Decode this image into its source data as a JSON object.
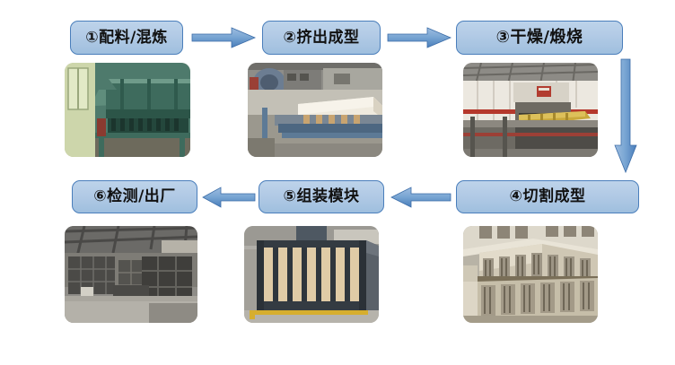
{
  "diagram": {
    "title": "",
    "background_color": "#ffffff",
    "box_fill_top": "#bdd3ea",
    "box_fill_bottom": "#9fbfde",
    "box_border_color": "#4a7ebb",
    "arrow_fill_light": "#91b6dd",
    "arrow_fill_dark": "#4a7ebb",
    "arrow_border_color": "#3c6da8"
  },
  "steps": [
    {
      "id": "step-1",
      "label": "①配料/混炼",
      "number": "①",
      "name": "配料/混炼"
    },
    {
      "id": "step-2",
      "label": "②挤出成型",
      "number": "②",
      "name": "挤出成型"
    },
    {
      "id": "step-3",
      "label": "③干燥/煅烧",
      "number": "③",
      "name": "干燥/煅烧"
    },
    {
      "id": "step-4",
      "label": "④切割成型",
      "number": "④",
      "name": "切割成型"
    },
    {
      "id": "step-5",
      "label": "⑤组装模块",
      "number": "⑤",
      "name": "组装模块"
    },
    {
      "id": "step-6",
      "label": "⑥检测/出厂",
      "number": "⑥",
      "name": "检测/出厂"
    }
  ],
  "arrows": [
    {
      "id": "arrow-1-to-2",
      "direction": "right"
    },
    {
      "id": "arrow-2-to-3",
      "direction": "right"
    },
    {
      "id": "arrow-3-to-4",
      "direction": "down"
    },
    {
      "id": "arrow-4-to-5",
      "direction": "left"
    },
    {
      "id": "arrow-5-to-6",
      "direction": "left"
    }
  ],
  "photos": [
    {
      "id": "photo-step-1",
      "caption": "配料/混炼"
    },
    {
      "id": "photo-step-2",
      "caption": "挤出成型"
    },
    {
      "id": "photo-step-3",
      "caption": "干燥/煅烧"
    },
    {
      "id": "photo-step-4",
      "caption": "切割成型"
    },
    {
      "id": "photo-step-5",
      "caption": "组装模块"
    },
    {
      "id": "photo-step-6",
      "caption": "检测/出厂"
    }
  ]
}
